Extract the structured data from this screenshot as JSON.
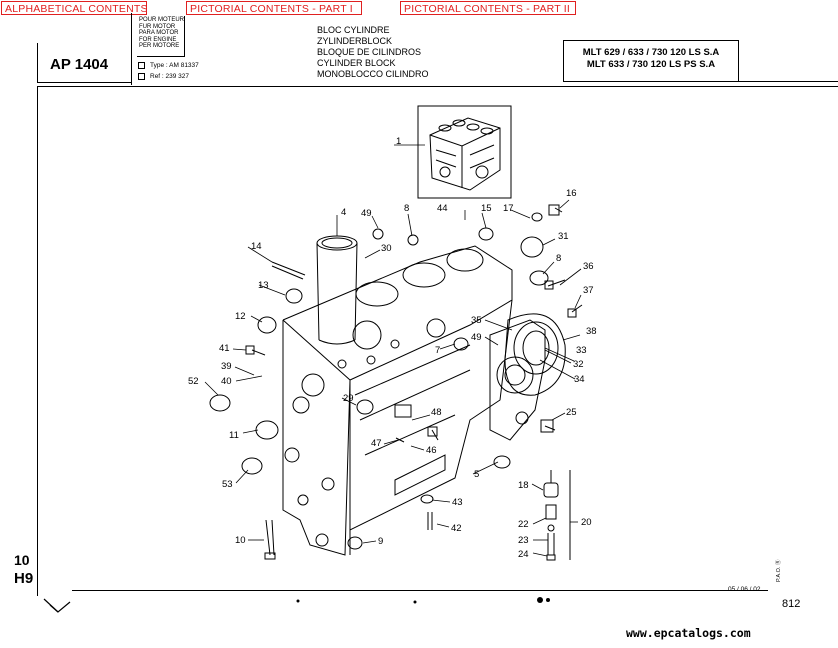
{
  "nav": {
    "alphabetical": "ALPHABETICAL CONTENTS",
    "pictorial_1": "PICTORIAL CONTENTS - PART I",
    "pictorial_2": "PICTORIAL CONTENTS - PART II"
  },
  "header": {
    "page_code": "AP 1404",
    "languages": [
      "POUR MOTEUR",
      "FUR MOTOR",
      "PARA MOTOR",
      "FOR ENGINE",
      "PER MOTORE"
    ],
    "type_label": "Type : AM 81337",
    "ref_label": "Ref : 239 327",
    "titles": [
      "BLOC CYLINDRE",
      "ZYLINDERBLOCK",
      "BLOQUE DE CILINDROS",
      "CYLINDER  BLOCK",
      "MONOBLOCCO CILINDRO"
    ],
    "models": [
      "MLT 629 / 633 / 730 120 LS S.A",
      "MLT 633 / 730 120 LS  PS S.A"
    ]
  },
  "footer": {
    "section_number": "10",
    "section_code": "H9",
    "date": "05 / 06 / 02",
    "page_number": "812",
    "website": "www.epcatalogs.com",
    "pao": "P.A.O. Ⓡ"
  },
  "callouts": [
    {
      "id": "1",
      "label": "1"
    },
    {
      "id": "4",
      "label": "4"
    },
    {
      "id": "49a",
      "label": "49"
    },
    {
      "id": "8a",
      "label": "8"
    },
    {
      "id": "44",
      "label": "44"
    },
    {
      "id": "15",
      "label": "15"
    },
    {
      "id": "17",
      "label": "17"
    },
    {
      "id": "16",
      "label": "16"
    },
    {
      "id": "31",
      "label": "31"
    },
    {
      "id": "8b",
      "label": "8"
    },
    {
      "id": "14",
      "label": "14"
    },
    {
      "id": "30",
      "label": "30"
    },
    {
      "id": "36",
      "label": "36"
    },
    {
      "id": "13",
      "label": "13"
    },
    {
      "id": "37",
      "label": "37"
    },
    {
      "id": "12",
      "label": "12"
    },
    {
      "id": "35",
      "label": "35"
    },
    {
      "id": "38",
      "label": "38"
    },
    {
      "id": "41",
      "label": "41"
    },
    {
      "id": "7",
      "label": "7"
    },
    {
      "id": "49b",
      "label": "49"
    },
    {
      "id": "32",
      "label": "32"
    },
    {
      "id": "39",
      "label": "39"
    },
    {
      "id": "40",
      "label": "40"
    },
    {
      "id": "33",
      "label": "33"
    },
    {
      "id": "52",
      "label": "52"
    },
    {
      "id": "34",
      "label": "34"
    },
    {
      "id": "29",
      "label": "29"
    },
    {
      "id": "48",
      "label": "48"
    },
    {
      "id": "25",
      "label": "25"
    },
    {
      "id": "11",
      "label": "11"
    },
    {
      "id": "47",
      "label": "47"
    },
    {
      "id": "46",
      "label": "46"
    },
    {
      "id": "5",
      "label": "5"
    },
    {
      "id": "53",
      "label": "53"
    },
    {
      "id": "18",
      "label": "18"
    },
    {
      "id": "43",
      "label": "43"
    },
    {
      "id": "22",
      "label": "22"
    },
    {
      "id": "20",
      "label": "20"
    },
    {
      "id": "42",
      "label": "42"
    },
    {
      "id": "10",
      "label": "10"
    },
    {
      "id": "9",
      "label": "9"
    },
    {
      "id": "23",
      "label": "23"
    },
    {
      "id": "24",
      "label": "24"
    }
  ]
}
